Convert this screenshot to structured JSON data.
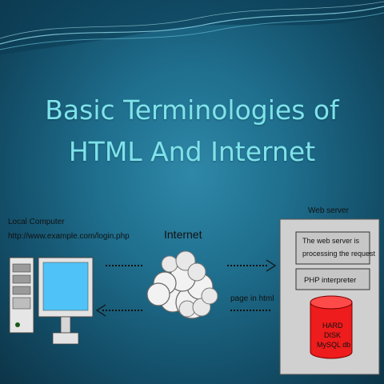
{
  "slide": {
    "title_line1": "Basic Terminologies of",
    "title_line2": "HTML And Internet"
  },
  "diagram": {
    "local_computer_label": "Local Computer",
    "url_label": "http://www.example.com/login.php",
    "internet_label": "Internet",
    "page_label": "page in html",
    "web_server_label": "Web server",
    "server_box_1_line1": "The web server is",
    "server_box_1_line2": "processing the request",
    "server_box_2": "PHP interpreter",
    "db_line1": "HARD",
    "db_line2": "DISK",
    "db_line3": "MySQL db"
  },
  "colors": {
    "title": "#7ee3ea",
    "database": "#ee1c1c",
    "monitor_screen": "#4fc3f7",
    "server_panel": "#d0d0d0"
  },
  "icons": [
    "computer-tower-icon",
    "monitor-icon",
    "cloud-icon",
    "database-icon"
  ]
}
